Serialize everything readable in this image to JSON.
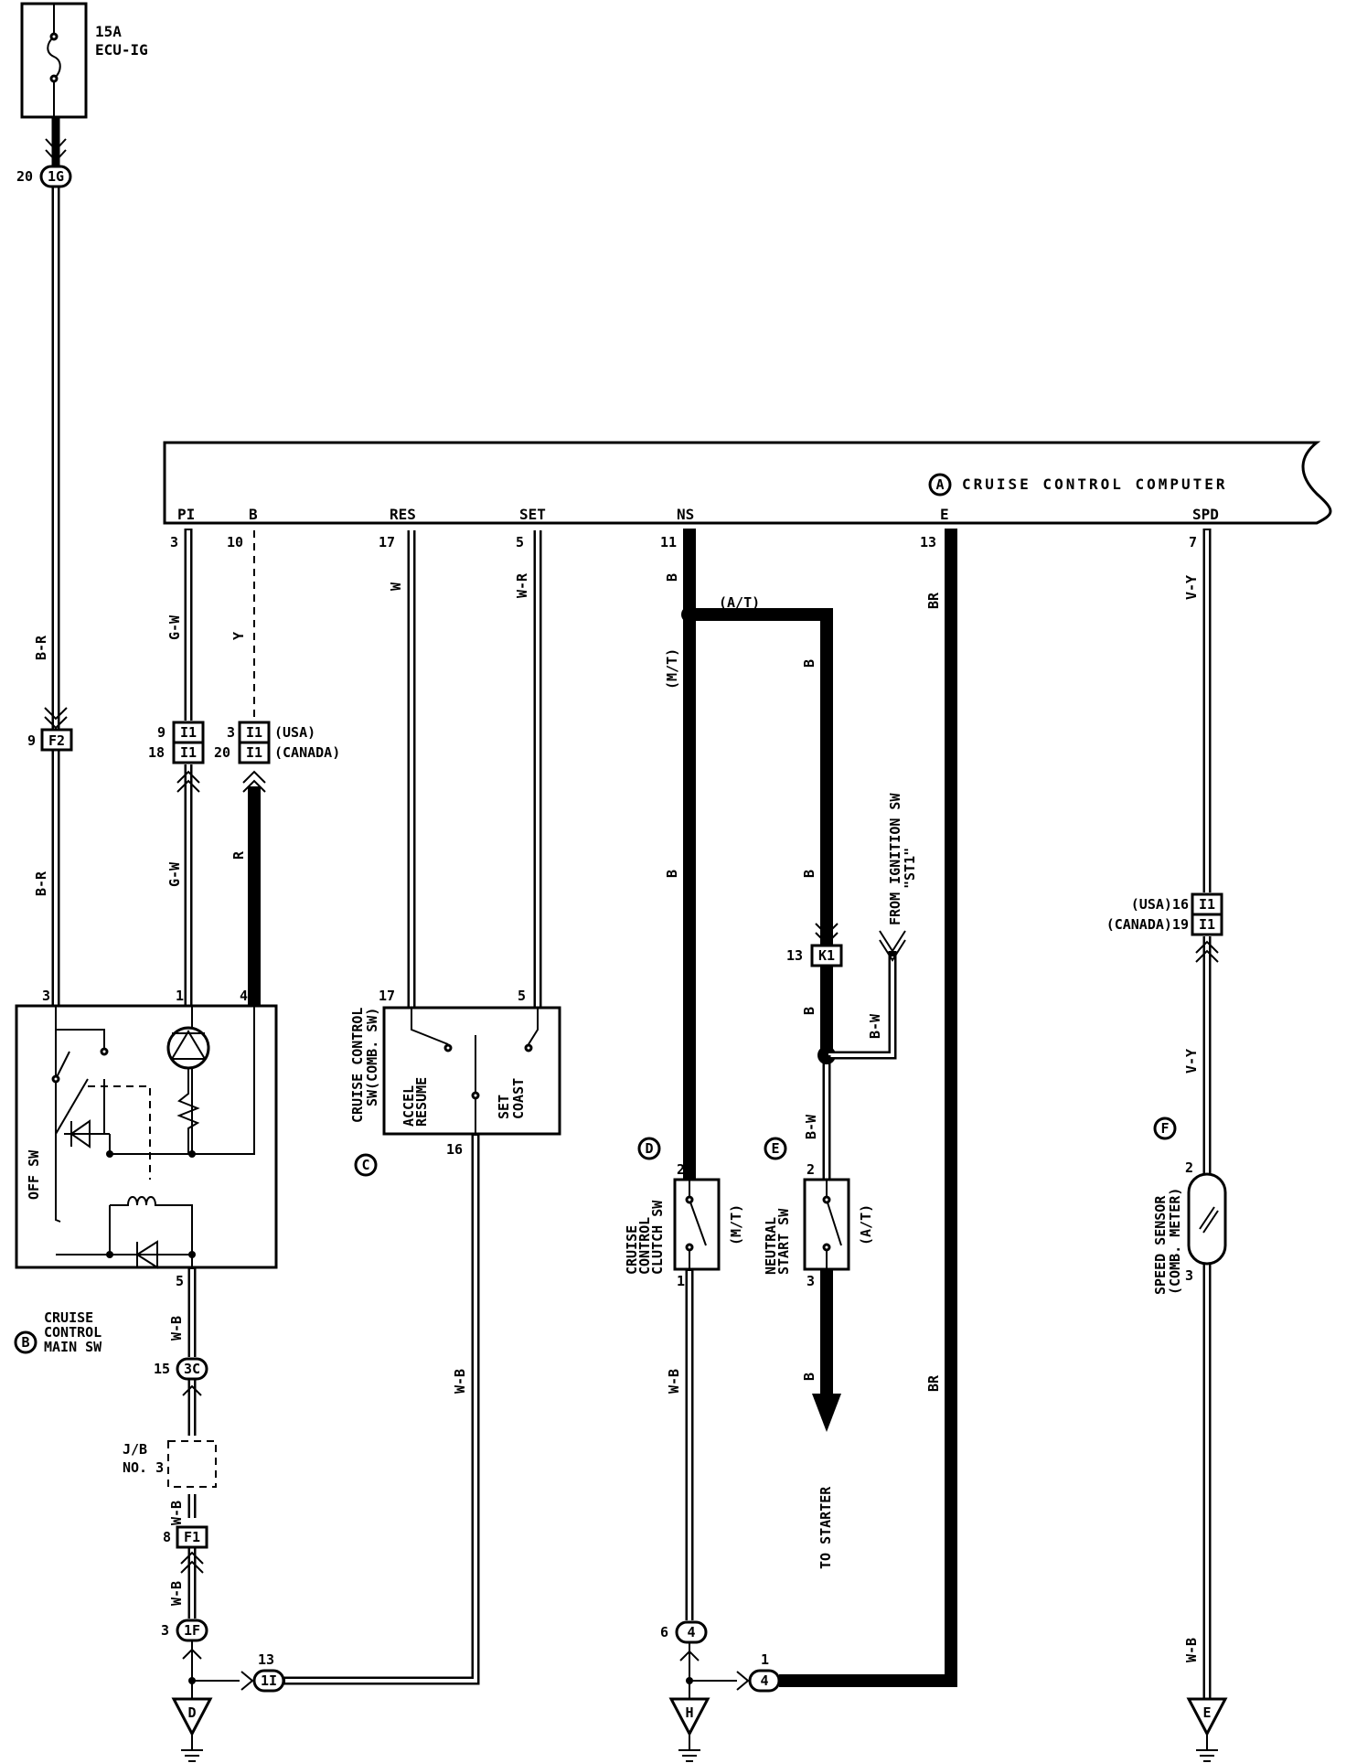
{
  "fuse": {
    "rating": "15A",
    "name": "ECU-IG"
  },
  "computer": {
    "letter": "A",
    "title": "CRUISE CONTROL COMPUTER",
    "terminals": [
      {
        "name": "PI",
        "pin": "3"
      },
      {
        "name": "B",
        "pin": "10"
      },
      {
        "name": "RES",
        "pin": "17"
      },
      {
        "name": "SET",
        "pin": "5"
      },
      {
        "name": "NS",
        "pin": "11"
      },
      {
        "name": "E",
        "pin": "13"
      },
      {
        "name": "SPD",
        "pin": "7"
      }
    ]
  },
  "main_sw": {
    "letter": "B",
    "lines": [
      "CRUISE",
      "CONTROL",
      "MAIN SW"
    ],
    "off_label": "OFF SW",
    "pins": [
      "3",
      "1",
      "4",
      "5"
    ]
  },
  "control_sw": {
    "letter": "C",
    "lines": [
      "CRUISE CONTROL",
      "SW(COMB. SW)"
    ],
    "left_labels": [
      "ACCEL",
      "RESUME"
    ],
    "right_labels": [
      "SET",
      "COAST"
    ],
    "pins": [
      "17",
      "5",
      "16"
    ]
  },
  "clutch_sw": {
    "letter": "D",
    "lines": [
      "CRUISE",
      "CONTROL",
      "CLUTCH SW"
    ],
    "note": "(M/T)",
    "pins": [
      "2",
      "1"
    ]
  },
  "neutral_sw": {
    "letter": "E",
    "lines": [
      "NEUTRAL",
      "START SW"
    ],
    "note": "(A/T)",
    "pins": [
      "2",
      "3"
    ]
  },
  "speed_sensor": {
    "letter": "F",
    "lines": [
      "SPEED SENSOR",
      "(COMB. METER)"
    ],
    "pins": [
      "2",
      "3"
    ]
  },
  "wire_colors": {
    "br_left": "B-R",
    "gw": "G-W",
    "y": "Y",
    "r": "R",
    "w": "W",
    "wr": "W-R",
    "b": "B",
    "br": "BR",
    "vy": "V-Y",
    "wb": "W-B",
    "bw": "B-W"
  },
  "connectors": {
    "c1g": {
      "pin": "20",
      "id": "1G"
    },
    "cf2": {
      "pin": "9",
      "id": "F2"
    },
    "ci1_pi_a": {
      "pin": "9",
      "id": "I1"
    },
    "ci1_pi_b": {
      "pin": "18",
      "id": "I1"
    },
    "ci1_b_a": {
      "pin": "3",
      "id": "I1",
      "note": "(USA)"
    },
    "ci1_b_b": {
      "pin": "20",
      "id": "I1",
      "note": "(CANADA)"
    },
    "ck1": {
      "pin": "13",
      "id": "K1"
    },
    "ci1_spd_a": {
      "pin": "(USA)16",
      "id": "I1"
    },
    "ci1_spd_b": {
      "pin": "(CANADA)19",
      "id": "I1"
    },
    "c3c": {
      "pin": "15",
      "id": "3C"
    },
    "cf1": {
      "pin": "8",
      "id": "F1"
    },
    "c1f": {
      "pin": "3",
      "id": "1F"
    },
    "c1i": {
      "pin": "13",
      "id": "1I"
    },
    "c4a": {
      "pin": "6",
      "id": "4"
    },
    "c4b": {
      "pin": "1",
      "id": "4"
    }
  },
  "jb": {
    "lines": [
      "J/B",
      "NO. 3"
    ]
  },
  "grounds": {
    "d": "D",
    "h": "H",
    "e": "E"
  },
  "labels": {
    "at": "(A/T)",
    "mt": "(M/T)",
    "ignition": [
      "FROM IGNITION SW",
      "\"ST1\""
    ],
    "starter": "TO STARTER"
  }
}
